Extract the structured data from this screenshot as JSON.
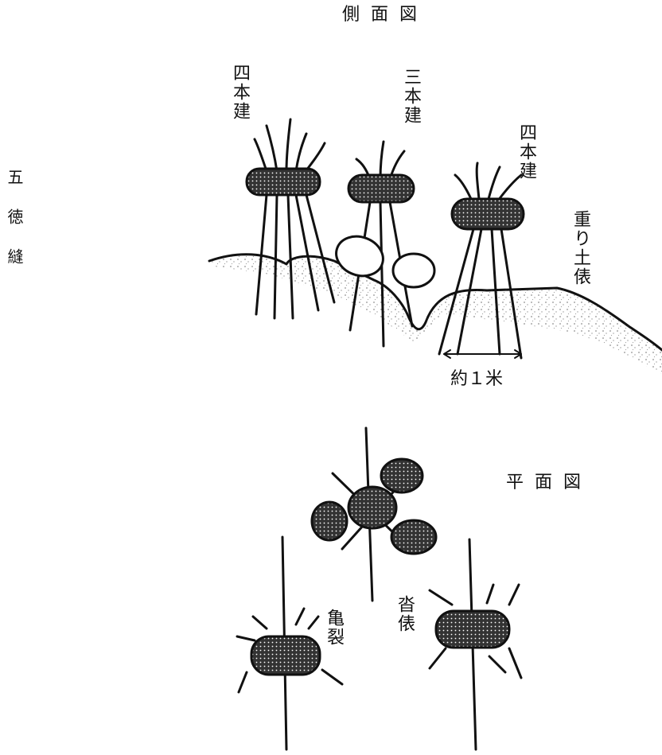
{
  "side_view": {
    "title": "側面図",
    "bundle_left": "四本建",
    "bundle_middle": "三本建",
    "bundle_right": "四本建",
    "side_text": "五徳縫",
    "weight_bags": "重り土俵",
    "distance": "約１米"
  },
  "plan_view": {
    "title": "平面図",
    "crack": "亀裂",
    "ridge_bag": "沓俵"
  },
  "colors": {
    "ink": "#111111",
    "paper": "#ffffff"
  }
}
